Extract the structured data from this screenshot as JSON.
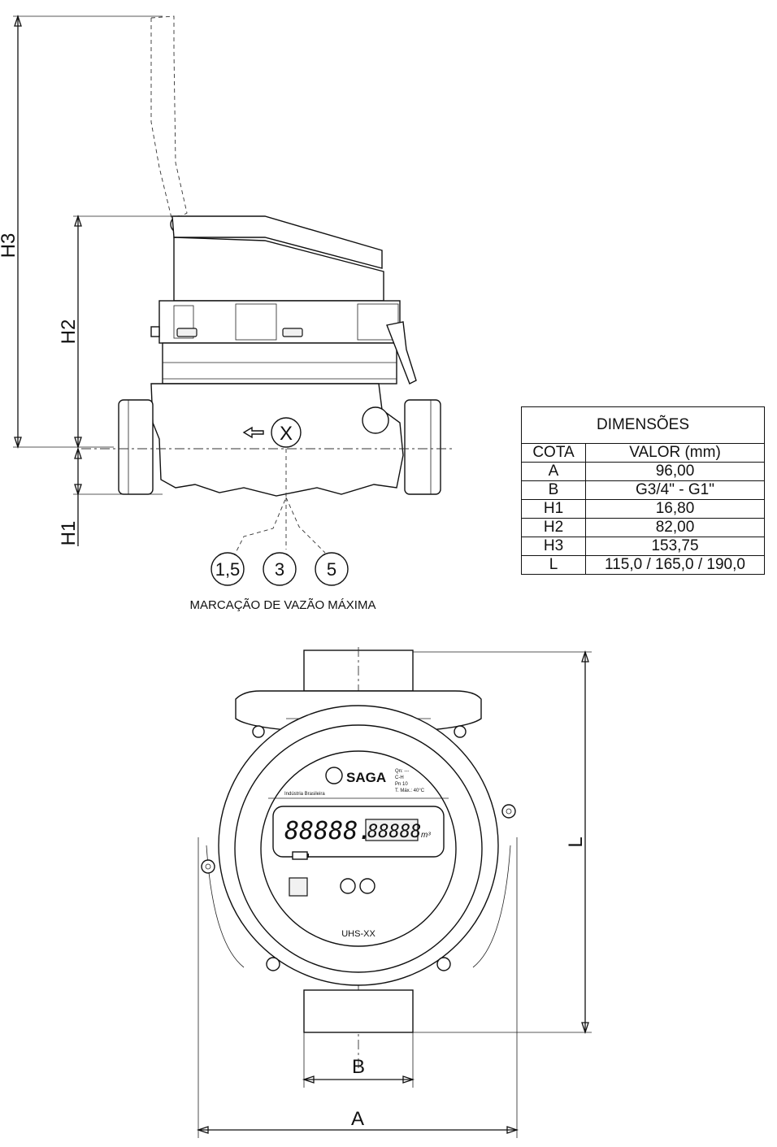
{
  "dimension_labels": {
    "h3": "H3",
    "h2": "H2",
    "h1": "H1",
    "l": "L",
    "a": "A",
    "b": "B",
    "x": "X"
  },
  "flow_marking": {
    "options": [
      "1,5",
      "3",
      "5"
    ],
    "caption": "MARCAÇÃO DE VAZÃO MÁXIMA"
  },
  "table": {
    "title": "DIMENSÕES",
    "headers": [
      "COTA",
      "VALOR (mm)"
    ],
    "rows": [
      {
        "cota": "A",
        "valor": "96,00"
      },
      {
        "cota": "B",
        "valor": "G3/4\" - G1\""
      },
      {
        "cota": "H1",
        "valor": "16,80"
      },
      {
        "cota": "H2",
        "valor": "82,00"
      },
      {
        "cota": "H3",
        "valor": "153,75"
      },
      {
        "cota": "L",
        "valor": "115,0 / 165,0 / 190,0"
      }
    ]
  },
  "meter_face": {
    "brand": "SAGA",
    "maker_line": "Indústria Brasileira",
    "spec_lines": [
      "Qn: ---",
      "C-H",
      "Pn 10",
      "T. Máx.: 40°C"
    ],
    "display_digits": "88888.",
    "display_decimals": "88888",
    "display_unit": "m³",
    "model": "UHS-XX",
    "icons": [
      "battery-icon",
      "inmetro-logo",
      "optical-port-icon"
    ]
  }
}
